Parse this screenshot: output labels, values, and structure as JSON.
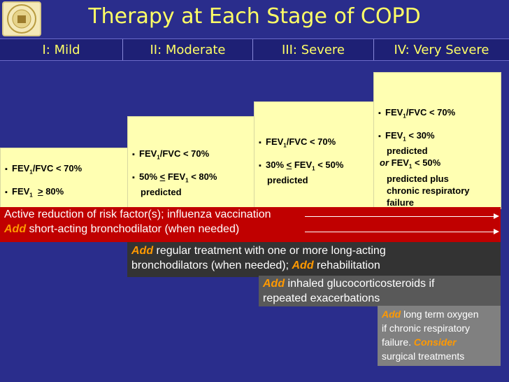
{
  "title": "Therapy at Each Stage of COPD",
  "stages": [
    "I: Mild",
    "II: Moderate",
    "III: Severe",
    "IV: Very Severe"
  ],
  "criteria": {
    "mild": {
      "item1": {
        "pre": "FEV",
        "sub": "1",
        "post": "/FVC < 70%"
      },
      "item2": {
        "pre": "FEV",
        "sub": "1",
        "rel": ">",
        "post": " 80%"
      }
    },
    "moderate": {
      "item1": {
        "pre": "FEV",
        "sub": "1",
        "post": "/FVC < 70%"
      },
      "item2": {
        "pre": "50% ",
        "rel": "<",
        "mid": " FEV",
        "sub": "1",
        "post": " < 80%",
        "line2": "predicted"
      }
    },
    "severe": {
      "item1": {
        "pre": "FEV",
        "sub": "1",
        "post": "/FVC < 70%"
      },
      "item2": {
        "pre": "30% ",
        "rel": "<",
        "mid": " FEV",
        "sub": "1",
        "post": " < 50%",
        "line2": "predicted"
      }
    },
    "very_severe": {
      "item1": {
        "pre": "FEV",
        "sub": "1",
        "post": "/FVC < 70%"
      },
      "item2": {
        "pre": "FEV",
        "sub": "1",
        "post": " < 30%",
        "line2": "predicted"
      },
      "or_word": "or",
      "or_pre": "FEV",
      "or_sub": "1",
      "or_post": " < 50%",
      "or_line2": "predicted plus",
      "or_line3": "chronic respiratory",
      "or_line4": "failure"
    }
  },
  "bands": {
    "b1": {
      "text": "Active reduction of risk factor(s); influenza vaccination"
    },
    "b2": {
      "add": "Add",
      "text": " short-acting bronchodilator (when needed)"
    },
    "b3": {
      "add1": "Add",
      "line1": " regular treatment with one or more long-acting",
      "line2": "bronchodilators (when needed);  ",
      "add2": "Add",
      "line2b": " rehabilitation"
    },
    "b4": {
      "add": "Add",
      "text": " inhaled glucocorticosteroids if",
      "line2": "repeated exacerbations"
    },
    "b5": {
      "add": "Add",
      "line1": " long term oxygen",
      "line2": "if chronic  respiratory",
      "line3": "failure.  ",
      "consider": "Consider",
      "line4": "surgical treatments"
    }
  },
  "colors": {
    "background": "#2a2d8c",
    "title": "#ffff66",
    "criteria_box": "#ffffb2",
    "band_1": "#c00000",
    "band_2": "#333333",
    "band_3": "#595959",
    "band_4": "#808080",
    "add_text": "#ff9900"
  }
}
